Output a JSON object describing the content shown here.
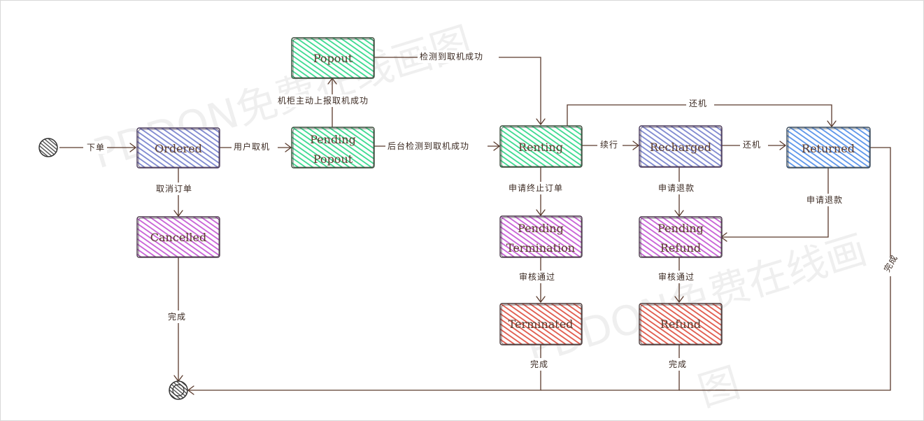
{
  "watermark": {
    "text_1": "PDDON免费在线画图",
    "text_2": "PDDON免费在线画",
    "text_3": "图"
  },
  "nodes": {
    "ordered": "Ordered",
    "cancelled": "Cancelled",
    "popout": "Popout",
    "pending_popout_1": "Pending",
    "pending_popout_2": "Popout",
    "renting": "Renting",
    "recharged": "Recharged",
    "returned": "Returned",
    "pending_termination_1": "Pending",
    "pending_termination_2": "Termination",
    "pending_refund_1": "Pending",
    "pending_refund_2": "Refund",
    "terminated": "Terminated",
    "refund": "Refund"
  },
  "edges": {
    "start_to_ordered": "下单",
    "ordered_to_pending_popout": "用户取机",
    "ordered_to_cancelled": "取消订单",
    "cancelled_to_end": "完成",
    "pending_popout_to_popout": "机柜主动上报取机成功",
    "popout_to_renting": "检测到取机成功",
    "pending_popout_to_renting": "后台检测到取机成功",
    "renting_to_returned": "还机",
    "renting_to_recharged": "续行",
    "recharged_to_returned": "还机",
    "renting_to_pending_termination": "申请终止订单",
    "recharged_to_pending_refund": "申请退款",
    "returned_to_pending_refund": "申请退款",
    "pending_termination_to_terminated": "审核通过",
    "pending_refund_to_refund": "审核通过",
    "terminated_to_end": "完成",
    "refund_to_end": "完成",
    "returned_to_end": "完成"
  },
  "colors": {
    "blue_purple": "#7d87cf",
    "green": "#3ad98f",
    "magenta": "#c75fd6",
    "red": "#e0584a",
    "blue": "#5a94ea",
    "line": "#5a3a2c"
  }
}
